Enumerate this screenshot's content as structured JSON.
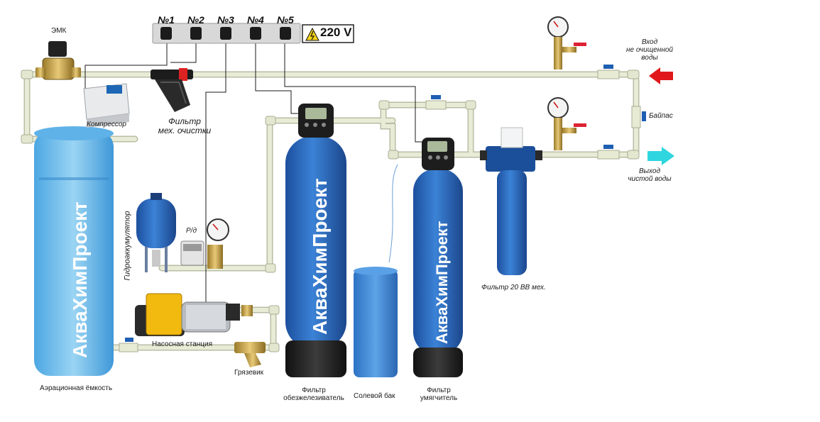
{
  "sockets": [
    "№1",
    "№2",
    "№3",
    "№4",
    "№5"
  ],
  "voltage": "220 V",
  "labels": {
    "emk": "ЭМК",
    "compressor": "Компрессор",
    "mech_filter_line1": "Фильтр",
    "mech_filter_line2": "мех. очистки",
    "accumulator": "Гидроаккумулятор",
    "pressure_switch": "Р/д",
    "pump_station": "Насосная станция",
    "mud_trap": "Грязевик",
    "aeration_tank": "Аэрационная ёмкость",
    "iron_filter_line1": "Фильтр",
    "iron_filter_line2": "обезжелезиватель",
    "salt_tank": "Солевой бак",
    "softener_line1": "Фильтр",
    "softener_line2": "умягчитель",
    "bb_filter": "Фильтр 20 ВВ мех.",
    "inlet_line1": "Вход",
    "inlet_line2": "не очищенной",
    "inlet_line3": "воды",
    "bypass": "Байпас",
    "outlet_line1": "Выход",
    "outlet_line2": "чистой воды"
  },
  "brand_text": "АкваХимПроект",
  "colors": {
    "pipe": "#e8ecd6",
    "pipe_edge": "#b8bda4",
    "vessel_blue": "#2f6fc6",
    "tank_light_blue": "#7fc0ea",
    "inlet_arrow": "#e0181c",
    "outlet_arrow": "#2fd6e0",
    "pump_yellow": "#f2b90f",
    "brass": "#c9a24a"
  }
}
